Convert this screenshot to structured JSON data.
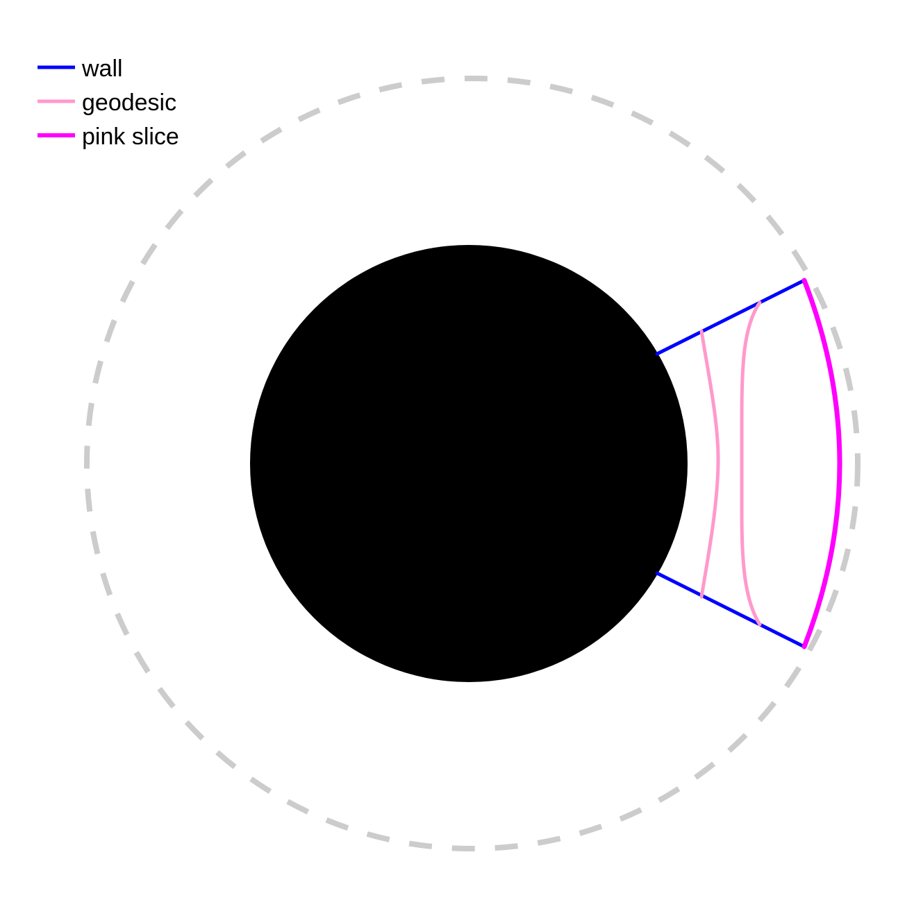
{
  "legend": {
    "entries": [
      {
        "key": "wall",
        "label": "wall",
        "color": "#0000ff"
      },
      {
        "key": "geodesic",
        "label": "geodesic",
        "color": "#ff99cc"
      },
      {
        "key": "pink_slice",
        "label": "pink slice",
        "color": "#ff00ff"
      }
    ]
  },
  "colors": {
    "background": "#ffffff",
    "black_hole": "#000000",
    "outer_boundary": "#cccccc",
    "wall": "#0000ff",
    "geodesic": "#ff99cc",
    "pink_slice": "#ff00ff",
    "text": "#000000"
  }
}
